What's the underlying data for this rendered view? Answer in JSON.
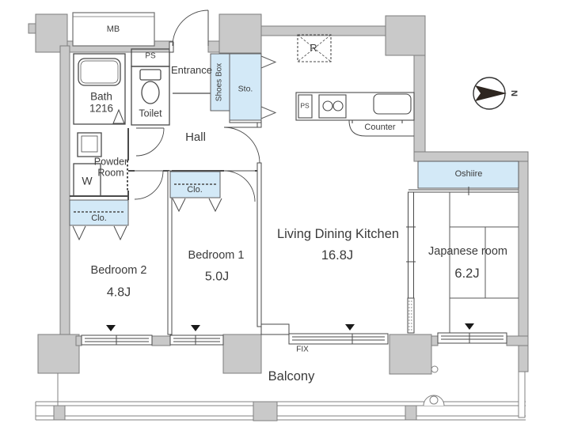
{
  "plan_title": "2LDK apartment floor plan",
  "colors": {
    "wall": "#c9c9c9",
    "closet_fill": "#d3e9f7",
    "line": "#4a4a4a",
    "text": "#3b3b3b"
  },
  "labels": {
    "mb": "MB",
    "ps_top": "PS",
    "bath_line1": "Bath",
    "bath_line2": "1216",
    "toilet": "Toilet",
    "entrance": "Entrance",
    "shoes_box": "Shoes Box",
    "sto": "Sto.",
    "hall": "Hall",
    "powder_room": "Powder\nRoom",
    "w": "W",
    "clo_bedroom2": "Clo.",
    "clo_bedroom1": "Clo.",
    "refrigerator": "R",
    "ps_kitchen": "PS",
    "counter": "Counter",
    "oshiire": "Oshiire",
    "ldk_name": "Living Dining Kitchen",
    "ldk_area": "16.8J",
    "japanese_name": "Japanese room",
    "japanese_area": "6.2J",
    "bedroom1_name": "Bedroom 1",
    "bedroom1_area": "5.0J",
    "bedroom2_name": "Bedroom 2",
    "bedroom2_area": "4.8J",
    "fix": "FIX",
    "balcony": "Balcony",
    "compass_north": "N"
  },
  "rooms": [
    {
      "name": "Living Dining Kitchen",
      "size": "16.8J"
    },
    {
      "name": "Japanese room",
      "size": "6.2J"
    },
    {
      "name": "Bedroom 1",
      "size": "5.0J"
    },
    {
      "name": "Bedroom 2",
      "size": "4.8J"
    },
    {
      "name": "Bath",
      "size": "1216"
    },
    {
      "name": "Toilet"
    },
    {
      "name": "Powder Room"
    },
    {
      "name": "Hall"
    },
    {
      "name": "Entrance"
    },
    {
      "name": "Balcony"
    }
  ]
}
